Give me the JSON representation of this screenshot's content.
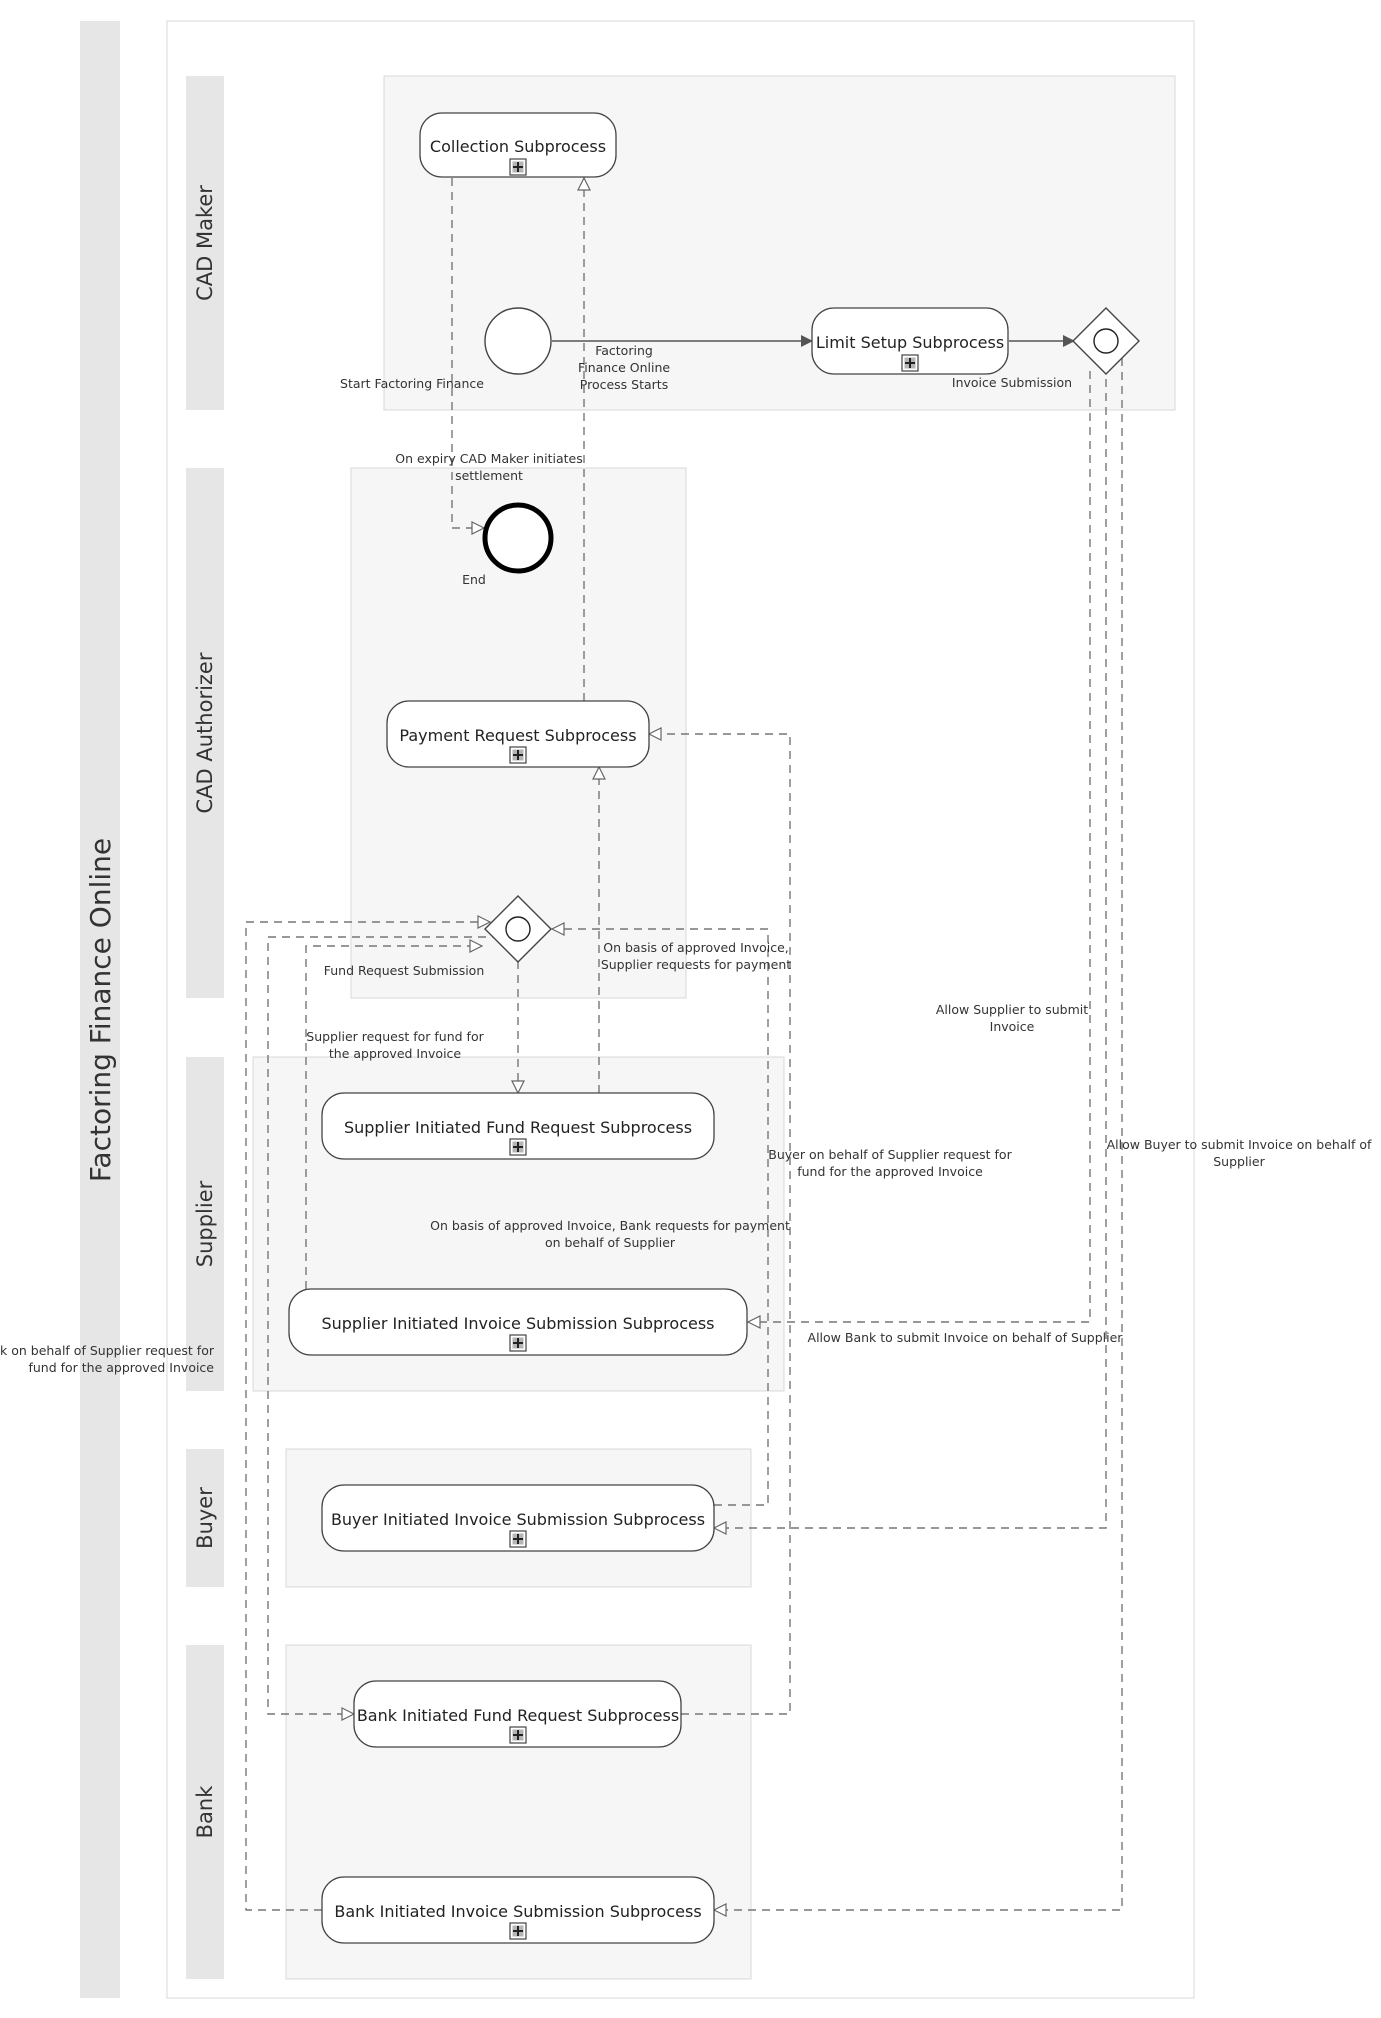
{
  "pool": {
    "label": "Factoring Finance Online"
  },
  "lanes": [
    {
      "id": "cad-maker",
      "label": "CAD Maker"
    },
    {
      "id": "cad-authorizer",
      "label": "CAD Authorizer"
    },
    {
      "id": "supplier",
      "label": "Supplier"
    },
    {
      "id": "buyer",
      "label": "Buyer"
    },
    {
      "id": "bank",
      "label": "Bank"
    }
  ],
  "tasks": {
    "collection": "Collection Subprocess",
    "limit_setup": "Limit Setup Subprocess",
    "payment_request": "Payment Request Subprocess",
    "supplier_fund_request": "Supplier Initiated Fund Request Subprocess",
    "supplier_invoice_submission": "Supplier Initiated Invoice Submission Subprocess",
    "buyer_invoice_submission": "Buyer Initiated Invoice Submission Subprocess",
    "bank_fund_request": "Bank Initiated Fund Request Subprocess",
    "bank_invoice_submission": "Bank Initiated Invoice Submission Subprocess"
  },
  "events": {
    "start": "Start Factoring Finance",
    "end": "End"
  },
  "gateways": {
    "invoice_submission": "Invoice Submission",
    "fund_request_submission": "Fund Request Submission"
  },
  "annotations": {
    "process_starts_1": "Factoring",
    "process_starts_2": "Finance Online",
    "process_starts_3": "Process Starts",
    "settlement_1": "On expiry CAD Maker initiates",
    "settlement_2": "settlement",
    "supplier_payment_1": "On basis of approved Invoice,",
    "supplier_payment_2": "Supplier requests for payment",
    "supplier_fund_1": "Supplier request for fund for",
    "supplier_fund_2": "the approved Invoice",
    "allow_supplier_1": "Allow Supplier to submit",
    "allow_supplier_2": "Invoice",
    "buyer_fund_1": "Buyer on behalf of Supplier request for",
    "buyer_fund_2": "fund for the approved Invoice",
    "allow_buyer_1": "Allow Buyer to submit Invoice on behalf of",
    "allow_buyer_2": "Supplier",
    "bank_payment_1": "On basis of approved Invoice, Bank requests for payment",
    "bank_payment_2": "on behalf of Supplier",
    "allow_bank": "Allow Bank to submit Invoice on behalf of Supplier",
    "bank_fund_1": "Bank on behalf of Supplier request for",
    "bank_fund_2": "fund for the approved Invoice"
  },
  "colors": {
    "lane_header": "#e6e6e6",
    "lane_area": "#f6f6f6",
    "border": "#cfcfcf",
    "task_stroke": "#444444",
    "flow": "#555555"
  }
}
